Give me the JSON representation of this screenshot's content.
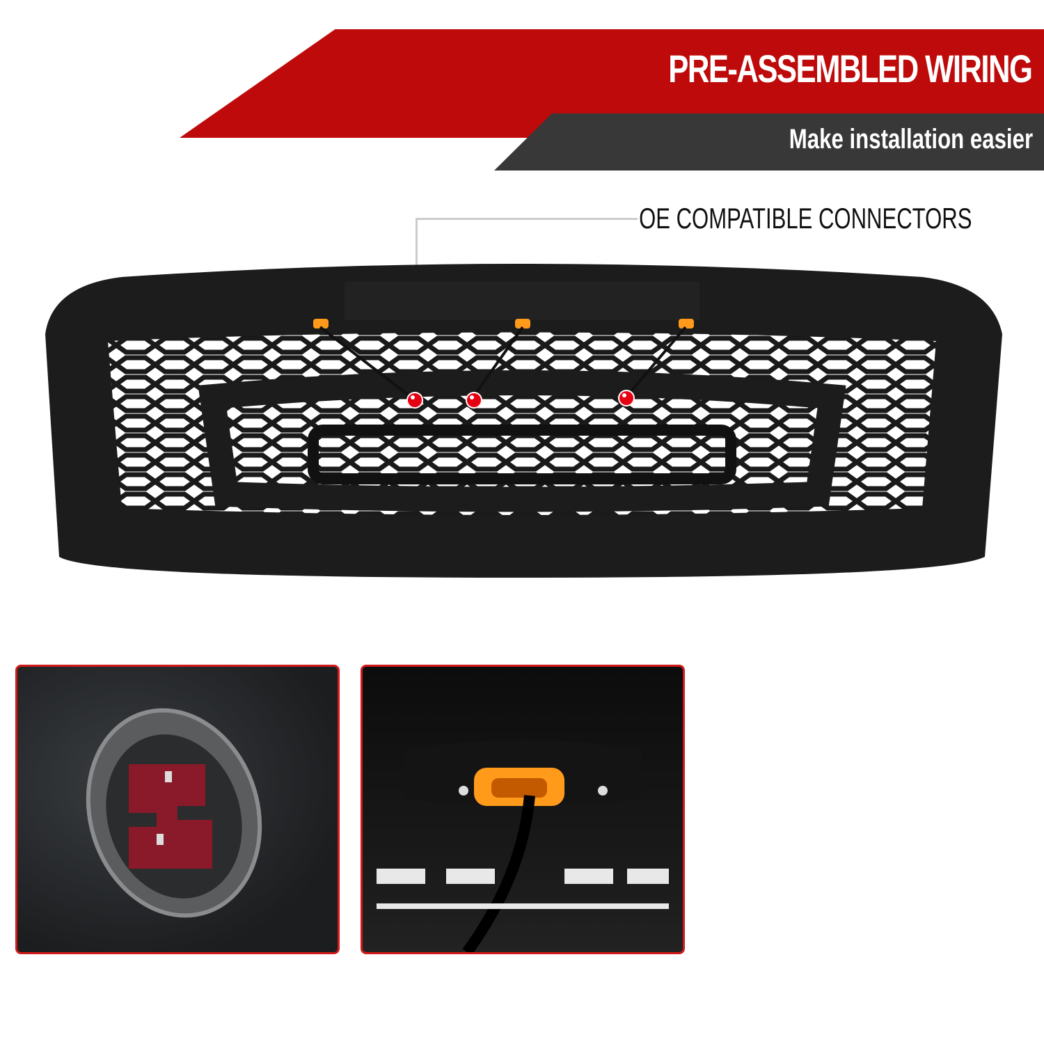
{
  "header": {
    "title": "PRE-ASSEMBLED WIRING",
    "subtitle": "Make installation easier"
  },
  "callout": {
    "label": "OE COMPATIBLE CONNECTORS",
    "marker_count": 3
  },
  "colors": {
    "banner_red": "#be0a0a",
    "banner_dark": "#383838",
    "marker_red": "#e60012",
    "panel_border": "#d21a1a",
    "amber_light": "#ff9a1a"
  },
  "panels": [
    {
      "name": "connector-closeup",
      "subject": "two-pin connector plug"
    },
    {
      "name": "marker-light-closeup",
      "subject": "amber marker light with wire"
    }
  ]
}
